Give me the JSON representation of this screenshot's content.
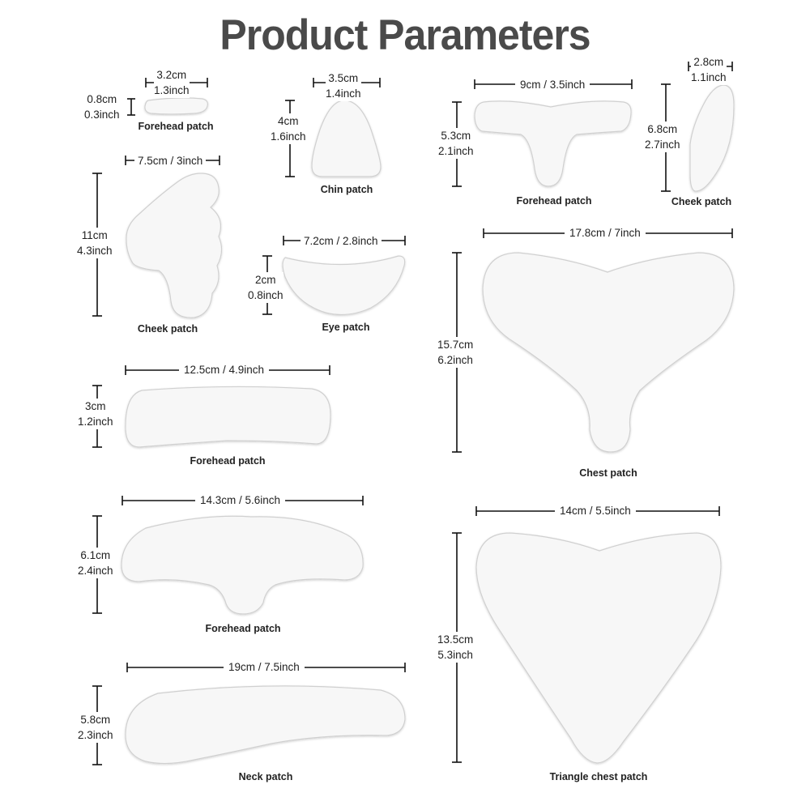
{
  "title": "Product Parameters",
  "patches": {
    "forehead_small": {
      "name": "Forehead patch",
      "width": "3.2cm",
      "width_in": "1.3inch",
      "height": "0.8cm",
      "height_in": "0.3inch"
    },
    "chin": {
      "name": "Chin patch",
      "width": "3.5cm",
      "width_in": "1.4inch",
      "height": "4cm",
      "height_in": "1.6inch"
    },
    "forehead_nose": {
      "name": "Forehead patch",
      "width": "9cm / 3.5inch",
      "height": "5.3cm",
      "height_in": "2.1inch"
    },
    "cheek_small": {
      "name": "Cheek patch",
      "width": "2.8cm",
      "width_in": "1.1inch",
      "height": "6.8cm",
      "height_in": "2.7inch"
    },
    "cheek_large": {
      "name": "Cheek patch",
      "width": "7.5cm / 3inch",
      "height": "11cm",
      "height_in": "4.3inch"
    },
    "eye": {
      "name": "Eye patch",
      "width": "7.2cm / 2.8inch",
      "height": "2cm",
      "height_in": "0.8inch"
    },
    "chest": {
      "name": "Chest patch",
      "width": "17.8cm / 7inch",
      "height": "15.7cm",
      "height_in": "6.2inch"
    },
    "forehead_band": {
      "name": "Forehead patch",
      "width": "12.5cm / 4.9inch",
      "height": "3cm",
      "height_in": "1.2inch"
    },
    "forehead_large": {
      "name": "Forehead patch",
      "width": "14.3cm / 5.6inch",
      "height": "6.1cm",
      "height_in": "2.4inch"
    },
    "triangle_chest": {
      "name": "Triangle chest patch",
      "width": "14cm / 5.5inch",
      "height": "13.5cm",
      "height_in": "5.3inch"
    },
    "neck": {
      "name": "Neck patch",
      "width": "19cm / 7.5inch",
      "height": "5.8cm",
      "height_in": "2.3inch"
    }
  }
}
